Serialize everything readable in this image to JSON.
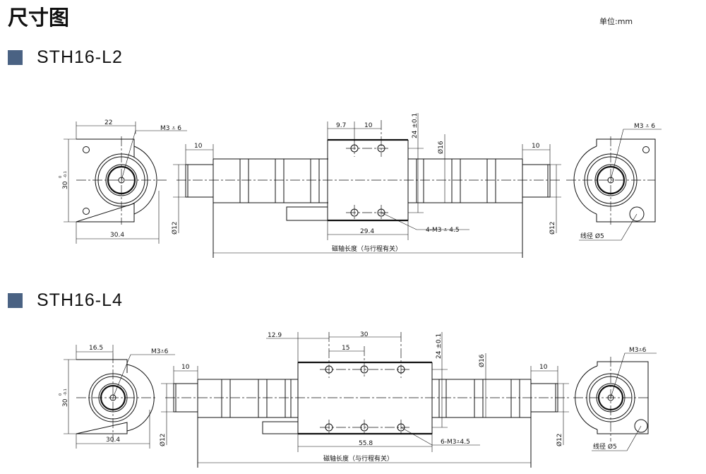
{
  "header": {
    "title": "尺寸图",
    "unit": "单位:mm"
  },
  "sections": [
    {
      "model": "STH16-L2",
      "dims": {
        "end_width": "22",
        "end_height": "30",
        "tol_top": "0",
        "tol_bottom": "-0.1",
        "end_total": "30.4",
        "shaft_len": "10",
        "pitch_a": "9.7",
        "pitch_b": "10",
        "block_len": "29.4",
        "hole_span": "24 ±0.1",
        "tube_dia": "Ø16",
        "shaft_dia": "Ø12",
        "rshaft_len": "10",
        "rshaft_dia": "Ø12",
        "thread": "M3 ⩡ 6",
        "rthread": "M3 ⩡ 6",
        "holes": "4-M3 ⩡ 4.5",
        "cable": "线径 Ø5",
        "axis_len": "磁轴长度（与行程有关）"
      }
    },
    {
      "model": "STH16-L4",
      "dims": {
        "end_width": "16.5",
        "end_height": "30",
        "tol_top": "0",
        "tol_bottom": "-0.1",
        "end_total": "30.4",
        "shaft_len": "10",
        "offset": "12.9",
        "pitch_a": "15",
        "pitch_b": "30",
        "block_len": "55.8",
        "hole_span": "24 ±0.1",
        "tube_dia": "Ø16",
        "shaft_dia": "Ø12",
        "rshaft_len": "10",
        "rshaft_dia": "Ø12",
        "thread": "M3⩡6",
        "rthread": "M3⩡6",
        "holes": "6-M3⩡4.5",
        "cable": "线径 Ø5",
        "axis_len": "磁轴长度（与行程有关）"
      }
    }
  ]
}
